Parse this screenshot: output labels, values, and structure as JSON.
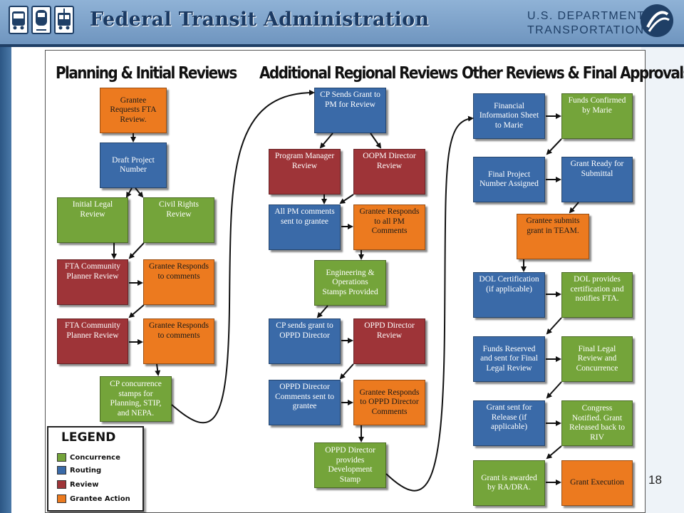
{
  "header": {
    "title": "Federal Transit Administration",
    "dot_line1": "U.S. DEPARTMENT OF",
    "dot_line2": "TRANSPORTATION"
  },
  "slide_number": "18",
  "colors": {
    "concurrence": "#74a43a",
    "routing": "#3a6aa8",
    "review": "#9e3438",
    "grantee_action": "#ec7a1f"
  },
  "columns": [
    "Planning & Initial Reviews",
    "Additional Regional Reviews",
    "Other Reviews & Final Approvals"
  ],
  "col1": {
    "grantee_requests": "Grantee Requests FTA Review.",
    "draft_project_number": "Draft Project Number",
    "initial_legal_review": "Initial Legal Review",
    "civil_rights_review": "Civil Rights Review",
    "fta_cpr_1": "FTA Community Planner Review",
    "grantee_responds_1": "Grantee Responds to comments",
    "fta_cpr_2": "FTA Community Planner Review",
    "grantee_responds_2": "Grantee Responds to comments",
    "cp_concurrence": "CP concurrence stamps for Planning, STIP, and NEPA."
  },
  "col2": {
    "cp_sends_grant": "CP Sends Grant to PM for Review",
    "program_manager_review": "Program Manager Review",
    "oopm_director_review": "OOPM Director Review",
    "all_pm_comments": "All PM comments sent to grantee",
    "grantee_responds_pm": "Grantee Responds to all PM Comments",
    "eng_ops_stamps": "Engineering & Operations Stamps Provided",
    "cp_sends_oppd": "CP sends grant to OPPD Director",
    "oppd_director_review": "OPPD Director Review",
    "oppd_comments_sent": "OPPD Director Comments sent to grantee",
    "grantee_responds_oppd": "Grantee Responds to OPPD Director Comments",
    "oppd_dev_stamp": "OPPD Director provides Development Stamp"
  },
  "col3": {
    "financial_info": "Financial Information Sheet to Marie",
    "funds_confirmed": "Funds Confirmed by Marie",
    "final_project_number": "Final Project Number Assigned",
    "grant_ready": "Grant Ready for Submittal",
    "grantee_submits": "Grantee submits grant in TEAM.",
    "dol_cert": "DOL Certification (if applicable)",
    "dol_provides": "DOL provides certification and notifies FTA.",
    "funds_reserved": "Funds Reserved and sent for Final Legal Review",
    "final_legal": "Final Legal Review and Concurrence",
    "grant_sent_release": "Grant sent for Release (if applicable)",
    "congress_notified": "Congress Notified.  Grant Released back to RIV",
    "grant_awarded": "Grant is awarded by RA/DRA.",
    "grant_execution": "Grant Execution"
  },
  "legend": {
    "title": "LEGEND",
    "items": [
      "Concurrence",
      "Routing",
      "Review",
      "Grantee Action"
    ]
  }
}
